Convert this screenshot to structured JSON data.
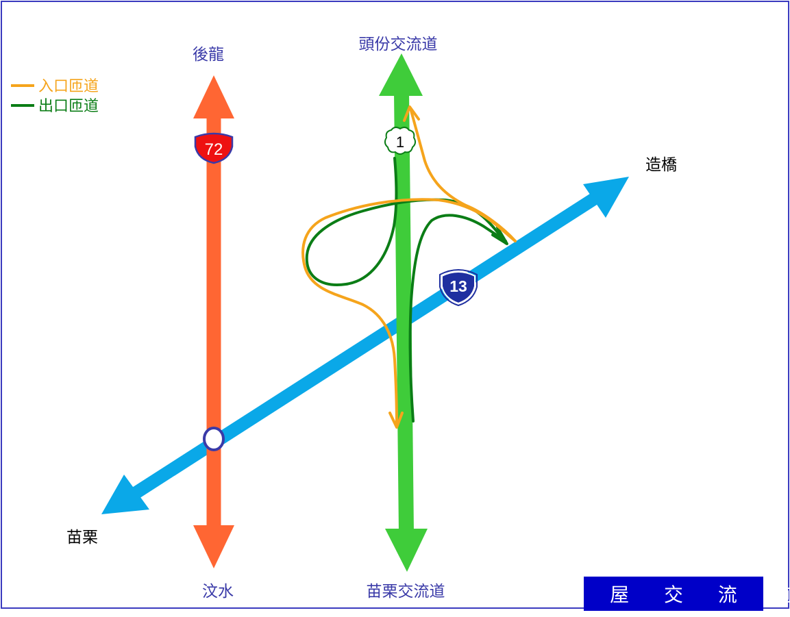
{
  "title": "頭 屋 交 流 道",
  "legend": {
    "entrance": {
      "label": "入口匝道",
      "color": "#f5a41c"
    },
    "exit": {
      "label": "出口匝道",
      "color": "#0b7d16"
    }
  },
  "roads": {
    "route72": {
      "badge": "72",
      "color": "#ff6633",
      "north_end": "後龍",
      "south_end": "汶水"
    },
    "freeway1": {
      "badge": "1",
      "color": "#3fcc3a",
      "north_end": "頭份交流道",
      "south_end": "苗栗交流道"
    },
    "route13": {
      "badge": "13",
      "color": "#0aa8e8",
      "east_end": "造橋",
      "west_end": "苗栗"
    }
  },
  "colors": {
    "north_south_label": "#3a3aa8",
    "east_west_label": "#000000",
    "border": "#3a3abf",
    "title_box": "#0000c8",
    "badge_72_fill": "#ee1111",
    "badge_13_fill": "#1f2fa0",
    "junction_marker": "#3a3aa8"
  },
  "icons": {
    "route72_badge": "provincial-highway-shield-icon",
    "freeway1_badge": "national-freeway-plum-blossom-icon",
    "route13_badge": "provincial-highway-shield-icon",
    "junction": "junction-circle-icon"
  }
}
